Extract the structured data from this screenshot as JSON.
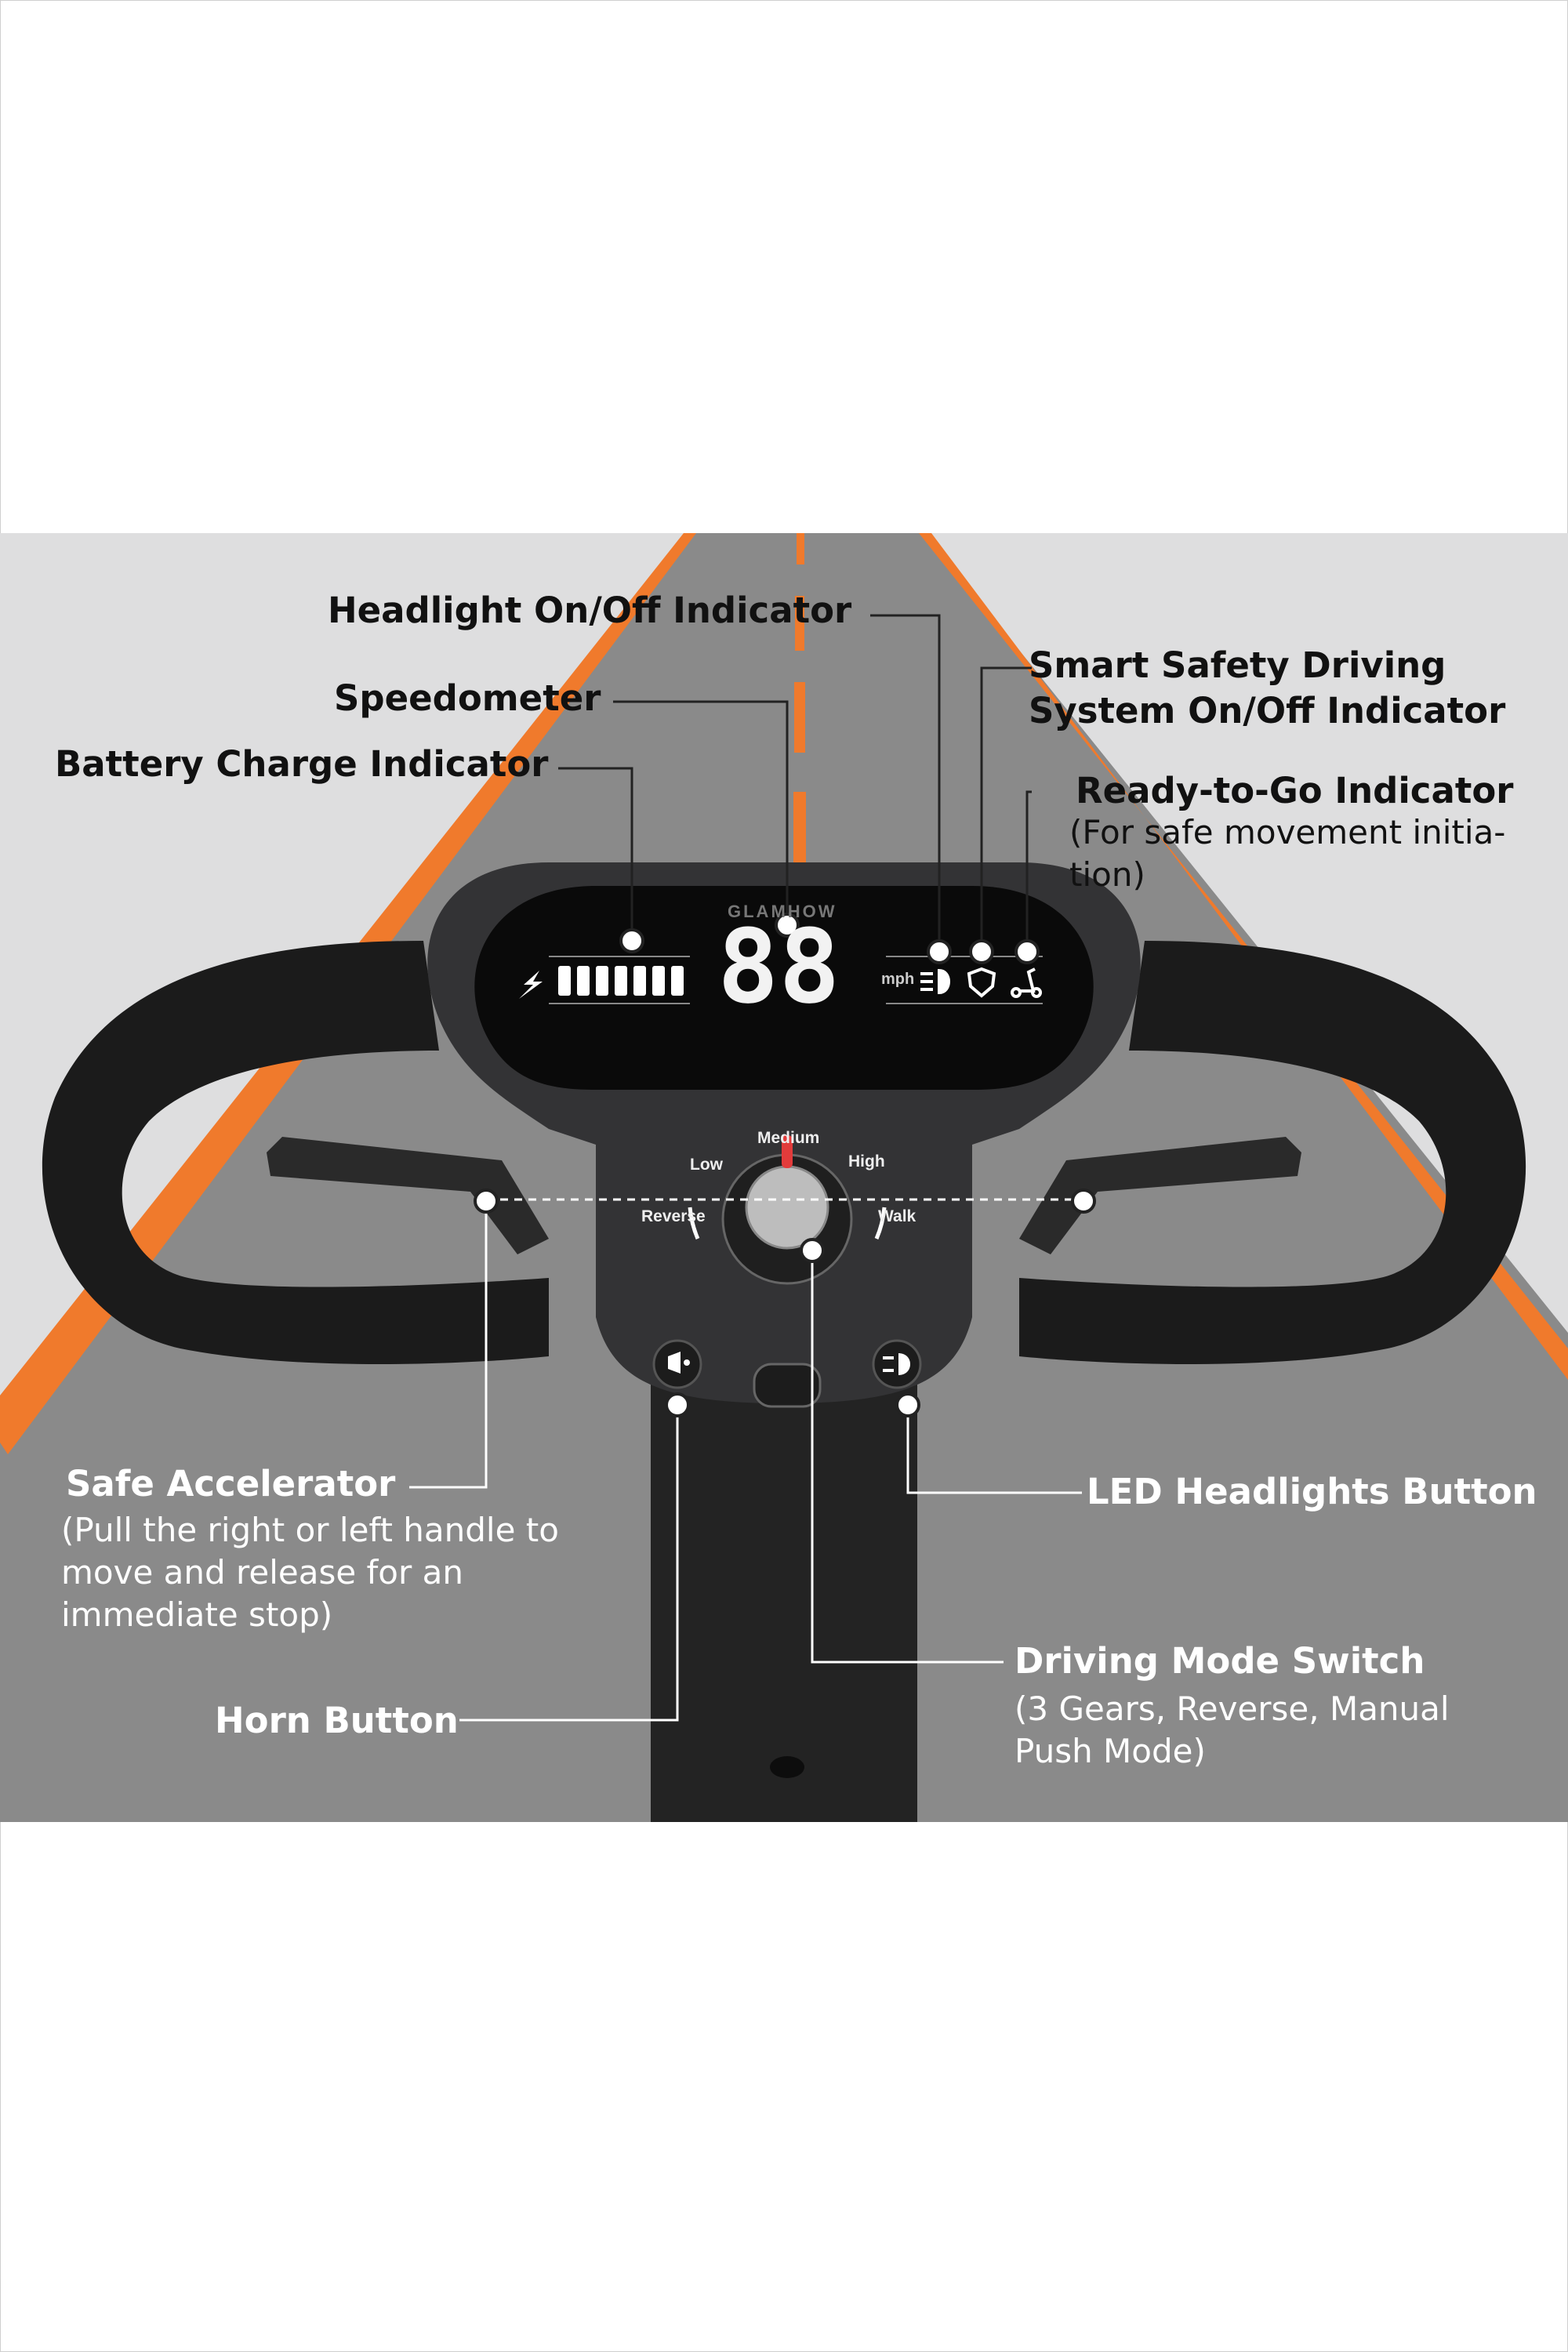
{
  "display": {
    "brand": "GLAMHOW",
    "speed_digits": "88",
    "speed_unit": "mph"
  },
  "dial": {
    "low": "Low",
    "medium": "Medium",
    "high": "High",
    "reverse": "Reverse",
    "walk": "Walk"
  },
  "callouts": {
    "headlight_indicator": "Headlight On/Off Indicator",
    "speedometer": "Speedometer",
    "battery_indicator": "Battery Charge Indicator",
    "smart_safety_line1": "Smart Safety Driving",
    "smart_safety_line2": "System On/Off Indicator",
    "ready_to_go": "Ready-to-Go Indicator",
    "ready_to_go_note": "(For safe movement initia-tion)",
    "safe_accelerator": "Safe Accelerator",
    "safe_accelerator_note": "(Pull the right or left handle to move and release for an immediate stop)",
    "led_headlights": "LED Headlights Button",
    "driving_mode": "Driving Mode Switch",
    "driving_mode_note": "(3 Gears, Reverse, Manual Push Mode)",
    "horn": "Horn Button"
  },
  "icons": [
    "lightning-icon",
    "headlight-icon",
    "shield-icon",
    "scooter-icon",
    "horn-icon",
    "led-headlight-icon"
  ],
  "colors": {
    "road_line": "#f07a2c",
    "body": "#2b2b2b",
    "display": "#0a0a0a",
    "background": "#dededf"
  }
}
